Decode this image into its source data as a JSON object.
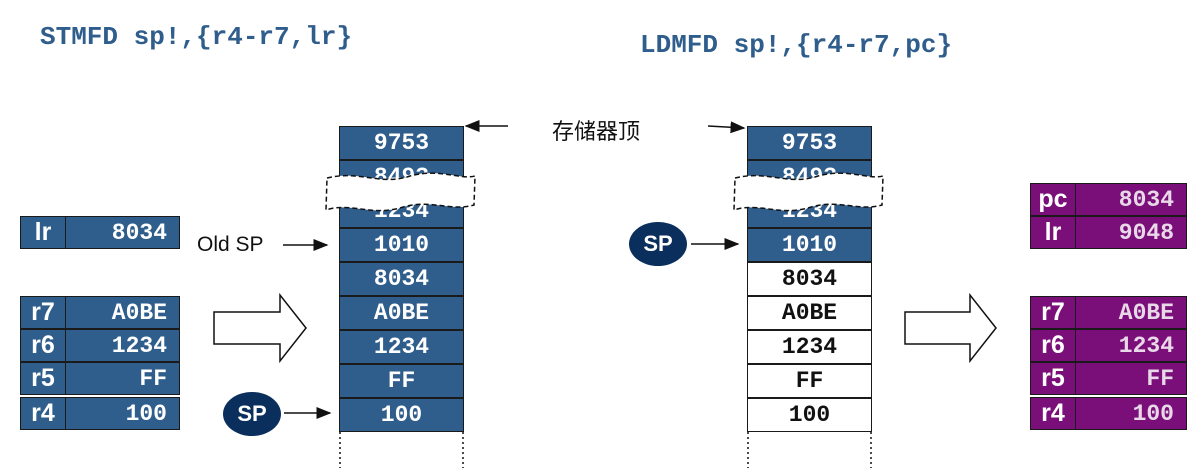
{
  "titles": {
    "left": "STMFD sp!,{r4-r7,lr}",
    "right": "LDMFD sp!,{r4-r7,pc}"
  },
  "memory_top_label": "存储器顶",
  "old_sp_label": "Old SP",
  "sp_label": "SP",
  "left_regs": {
    "lr": {
      "name": "lr",
      "value": "8034"
    },
    "list": [
      {
        "name": "r7",
        "value": "A0BE"
      },
      {
        "name": "r6",
        "value": "1234"
      },
      {
        "name": "r5",
        "value": "FF"
      },
      {
        "name": "r4",
        "value": "100"
      }
    ]
  },
  "right_regs": {
    "top": [
      {
        "name": "pc",
        "value": "8034"
      },
      {
        "name": "lr",
        "value": "9048"
      }
    ],
    "list": [
      {
        "name": "r7",
        "value": "A0BE"
      },
      {
        "name": "r6",
        "value": "1234"
      },
      {
        "name": "r5",
        "value": "FF"
      },
      {
        "name": "r4",
        "value": "100"
      }
    ]
  },
  "stack_left": [
    "9753",
    "8493",
    "1234",
    "1010",
    "8034",
    "A0BE",
    "1234",
    "FF",
    "100"
  ],
  "stack_right": [
    "9753",
    "8493",
    "1234",
    "1010",
    "8034",
    "A0BE",
    "1234",
    "FF",
    "100"
  ],
  "colors": {
    "blue": "#2f5d8c",
    "purple": "#7a0f7a",
    "sp": "#0b2f5c"
  }
}
